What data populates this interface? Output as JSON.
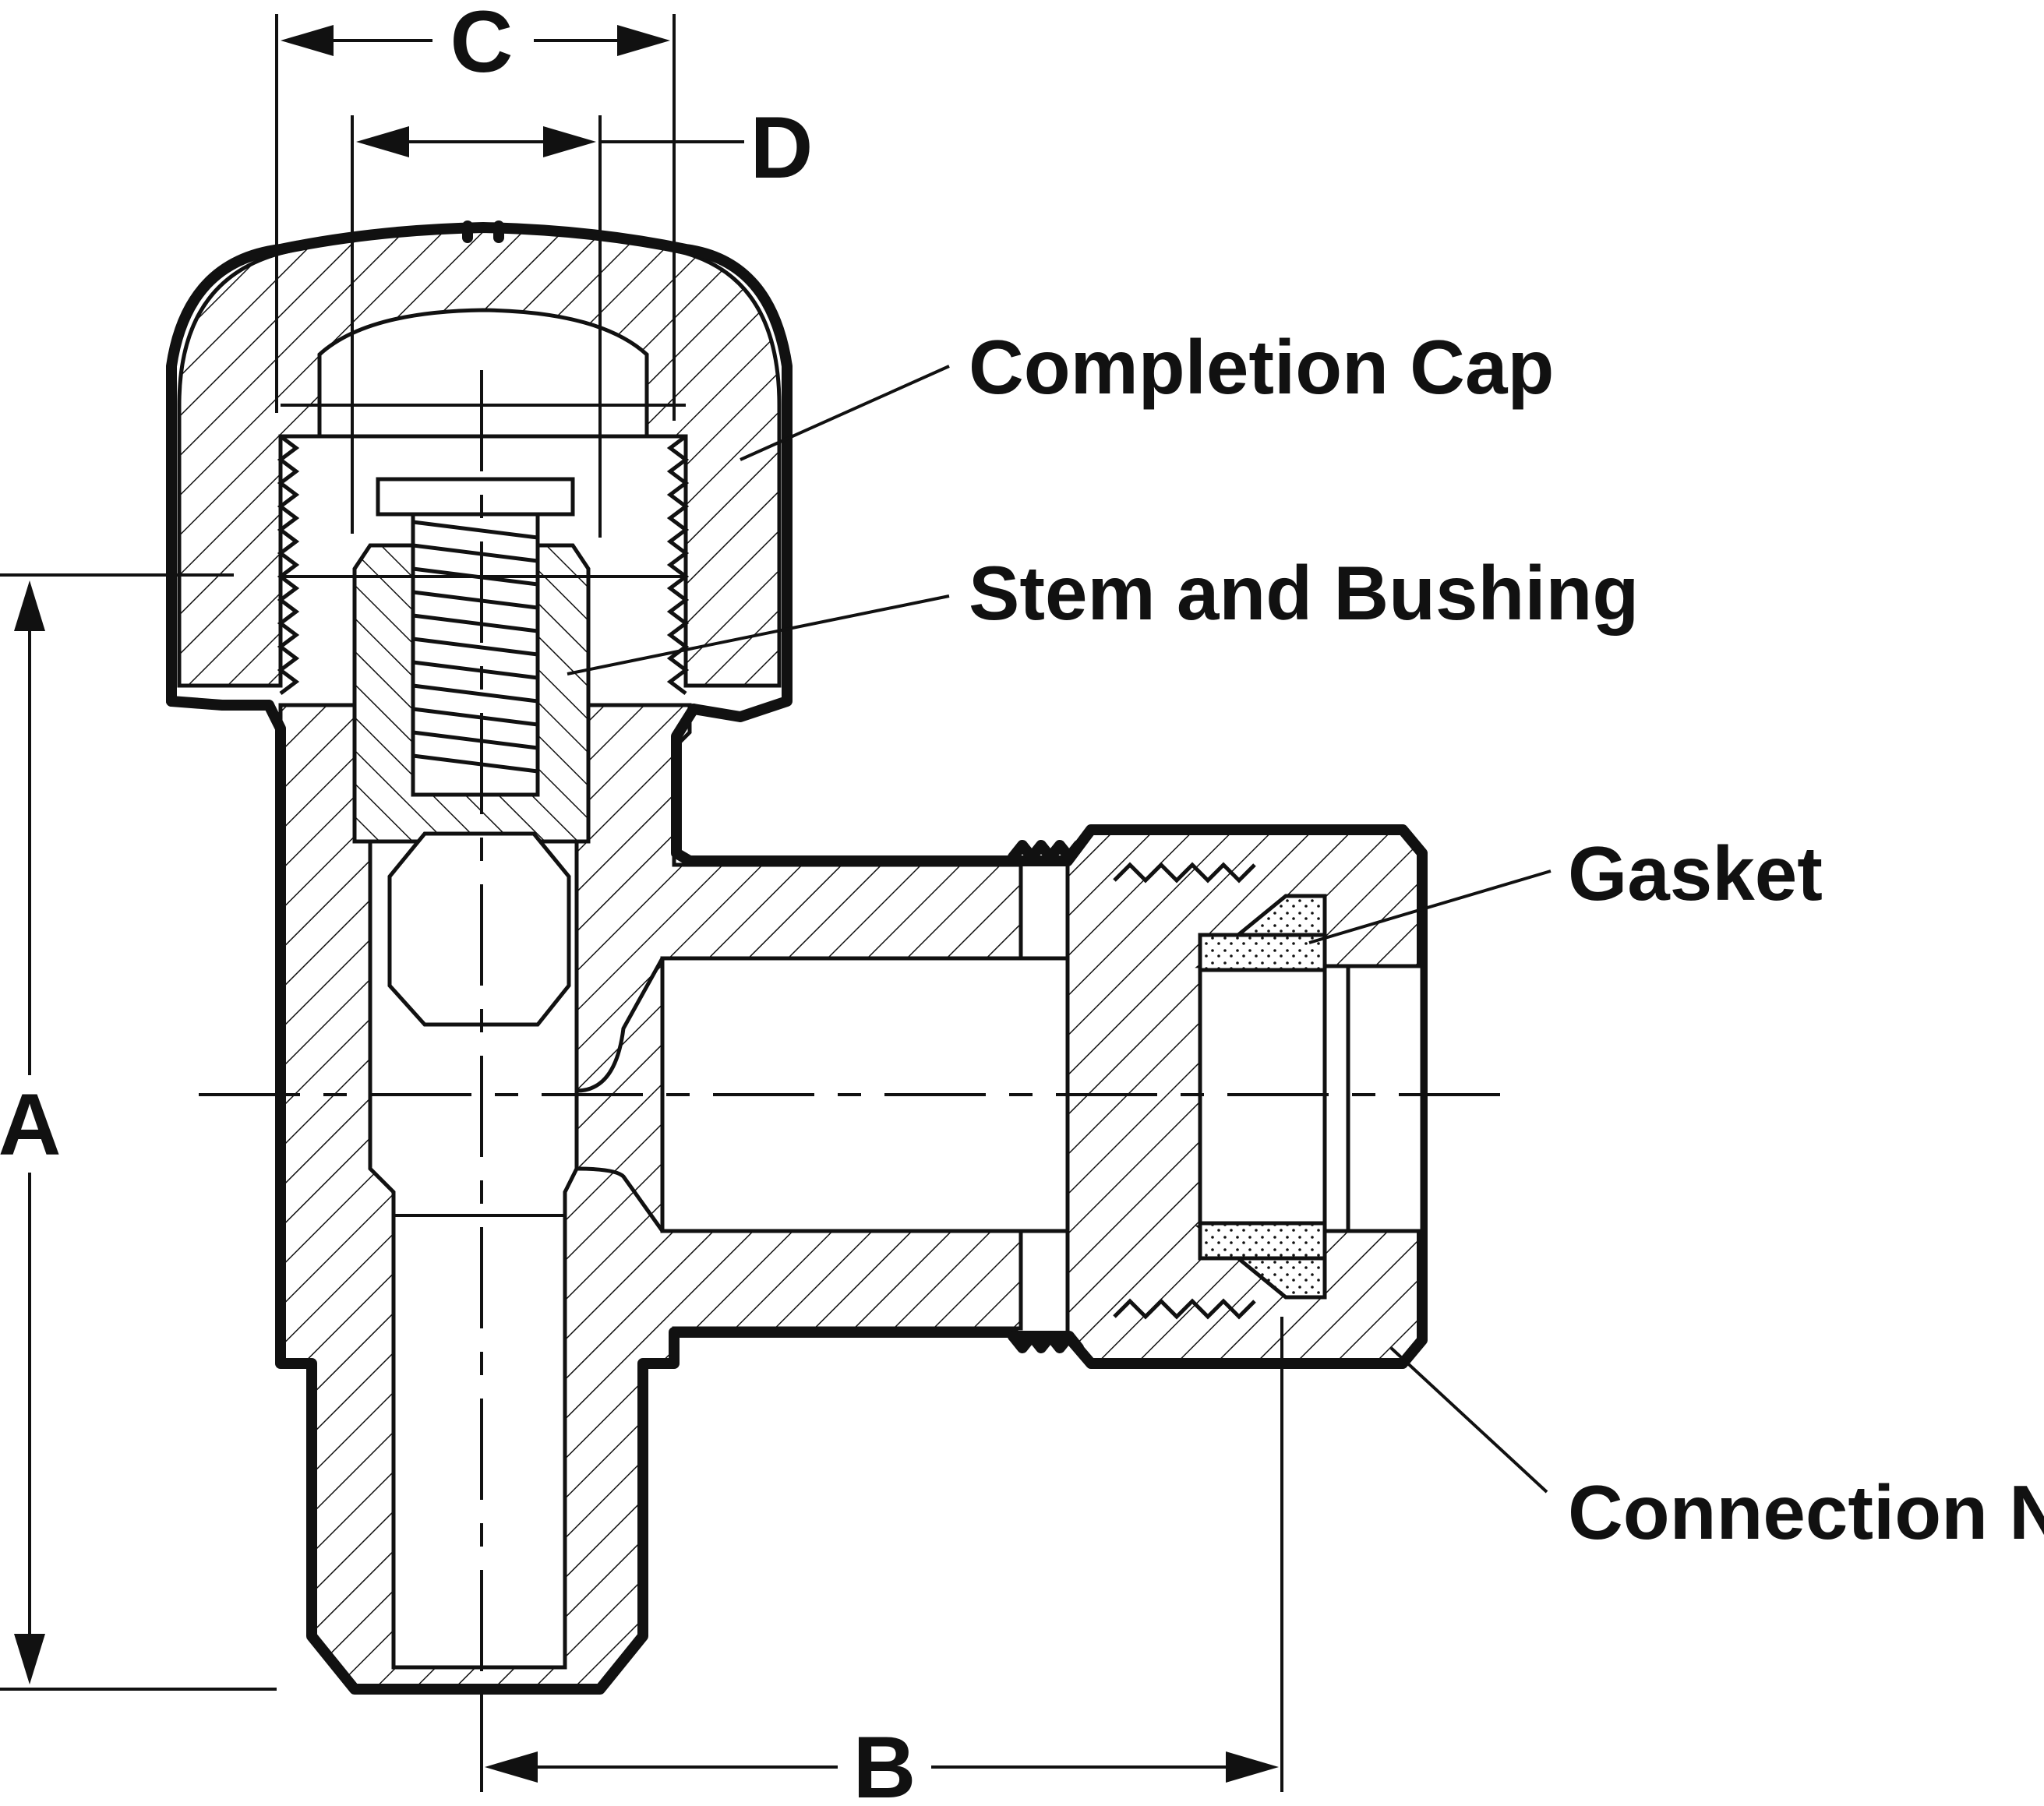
{
  "diagram": {
    "dimension_labels": {
      "A": "A",
      "B": "B",
      "C": "C",
      "D": "D"
    },
    "callouts": {
      "completion_cap": "Completion Cap",
      "stem_and_bushing": "Stem and Bushing",
      "gasket": "Gasket",
      "connection_nut": "Connection Nut"
    }
  }
}
